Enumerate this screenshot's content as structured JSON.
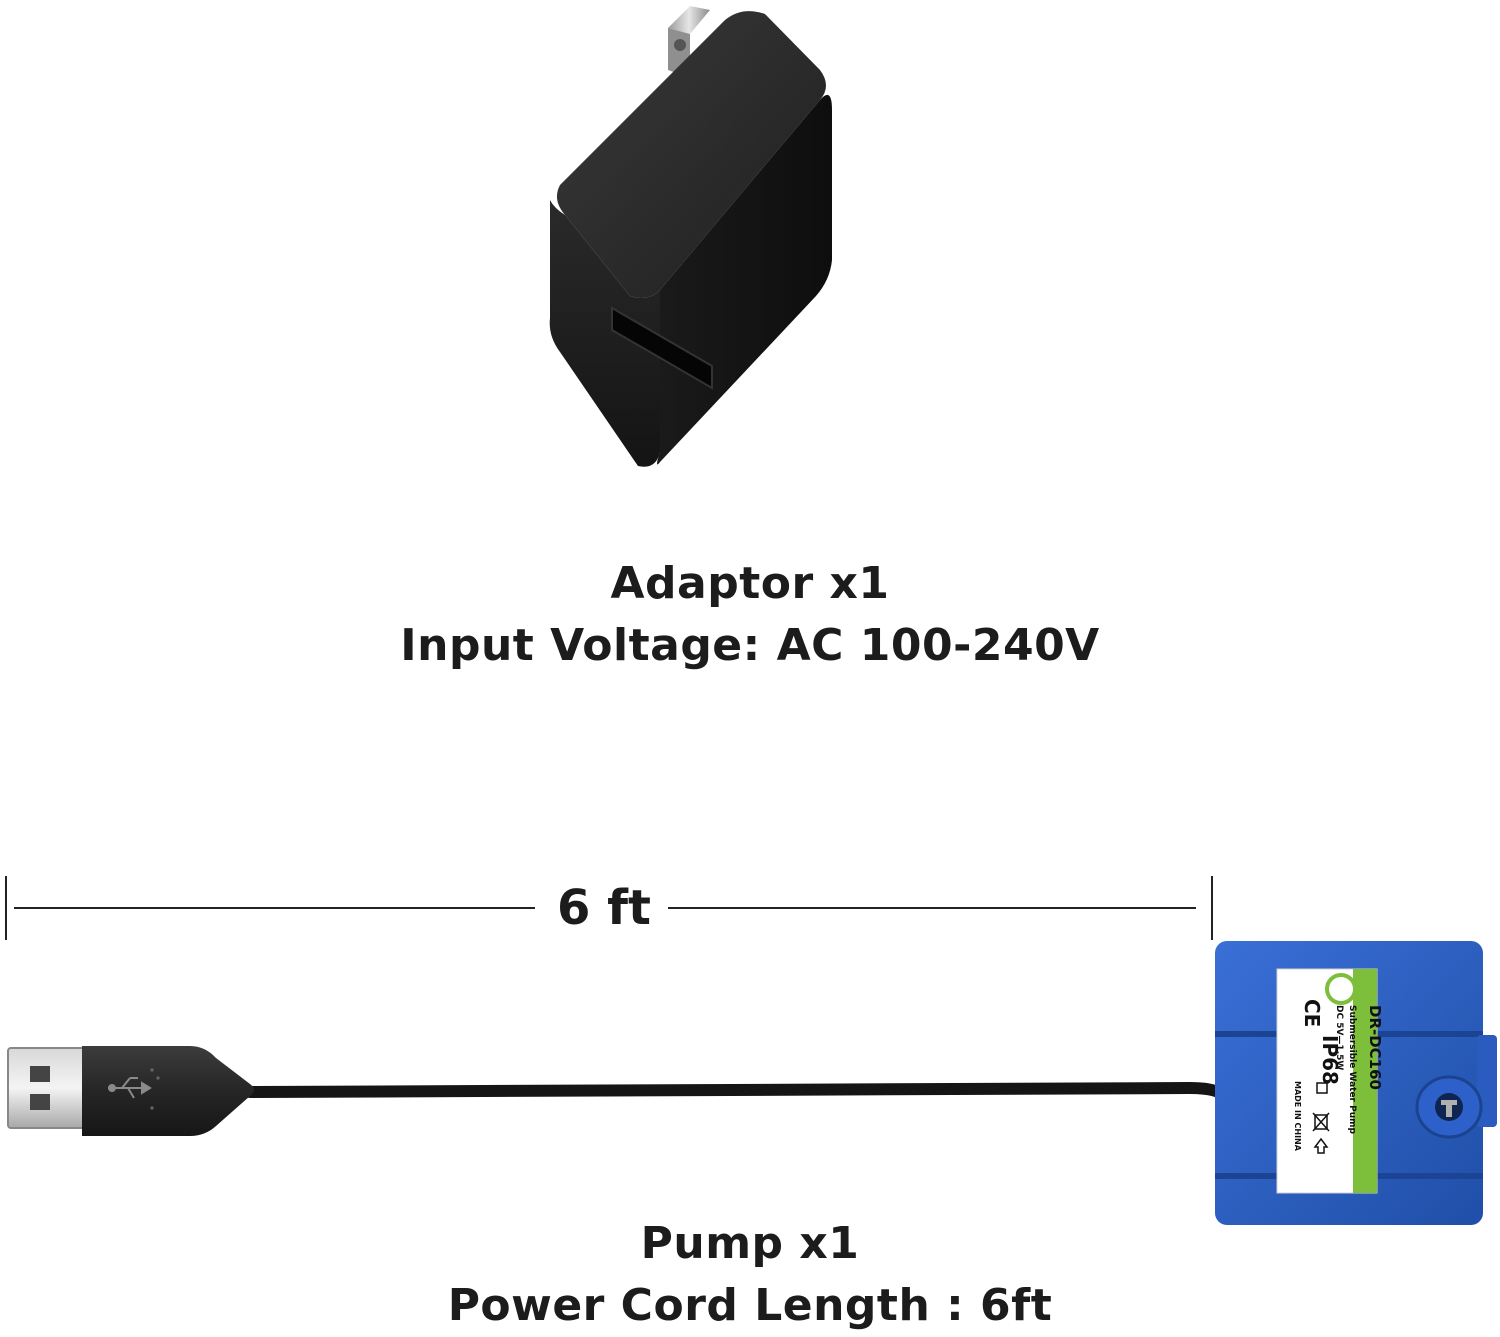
{
  "adaptor": {
    "title": "Adaptor x1",
    "spec": "Input Voltage: AC 100-240V"
  },
  "pump": {
    "title": "Pump x1",
    "spec": "Power Cord Length : 6ft",
    "label": {
      "model": "DR-DC160",
      "subtitle": "Submersible Water Pump",
      "rating": "DC 5V—1.5W",
      "ip_rating": "IP68",
      "ce_mark": "CE",
      "origin": "MADE IN CHINA"
    }
  },
  "dimension": {
    "label": "6 ft"
  },
  "colors": {
    "pump_body": "#2d5fc4",
    "pump_label_accent": "#7dbf3a",
    "adaptor_body": "#222222"
  }
}
